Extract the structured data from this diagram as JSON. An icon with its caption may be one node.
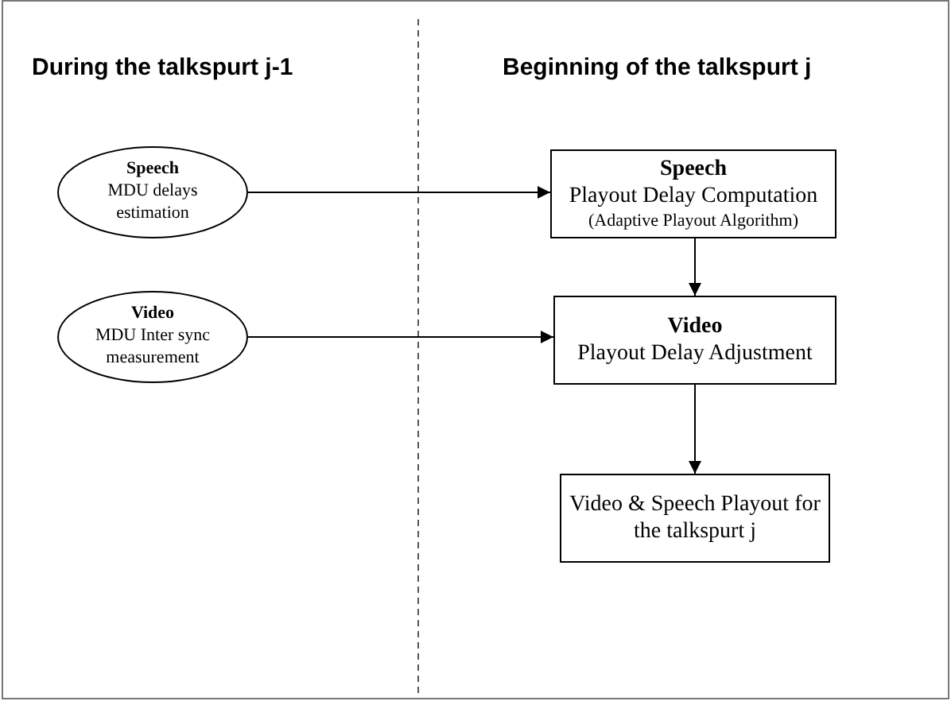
{
  "diagram": {
    "nodes": [
      {
        "text": [
          "Speech",
          "MDU delays estimation"
        ]
      },
      {
        "text": [
          "Video",
          "MDU Inter sync measurement"
        ]
      },
      {
        "text": [
          "Speech",
          "Playout Delay Computation",
          "(Adaptive Playout Algorithm)"
        ]
      },
      {
        "text": [
          "Video",
          "Playout Delay Adjustment"
        ]
      },
      {
        "text": [
          "Video & Speech Playout for the talkspurt j"
        ]
      }
    ],
    "edges": [
      {
        "from": 0,
        "to": 2,
        "arrow": "to"
      },
      {
        "from": 1,
        "to": 3,
        "arrow": "to"
      },
      {
        "from": 2,
        "to": 3,
        "arrow": "to"
      },
      {
        "from": 3,
        "to": 4,
        "arrow": "to"
      }
    ],
    "labels": [
      "During the talkspurt j-1",
      "Beginning of the talkspurt j"
    ]
  }
}
